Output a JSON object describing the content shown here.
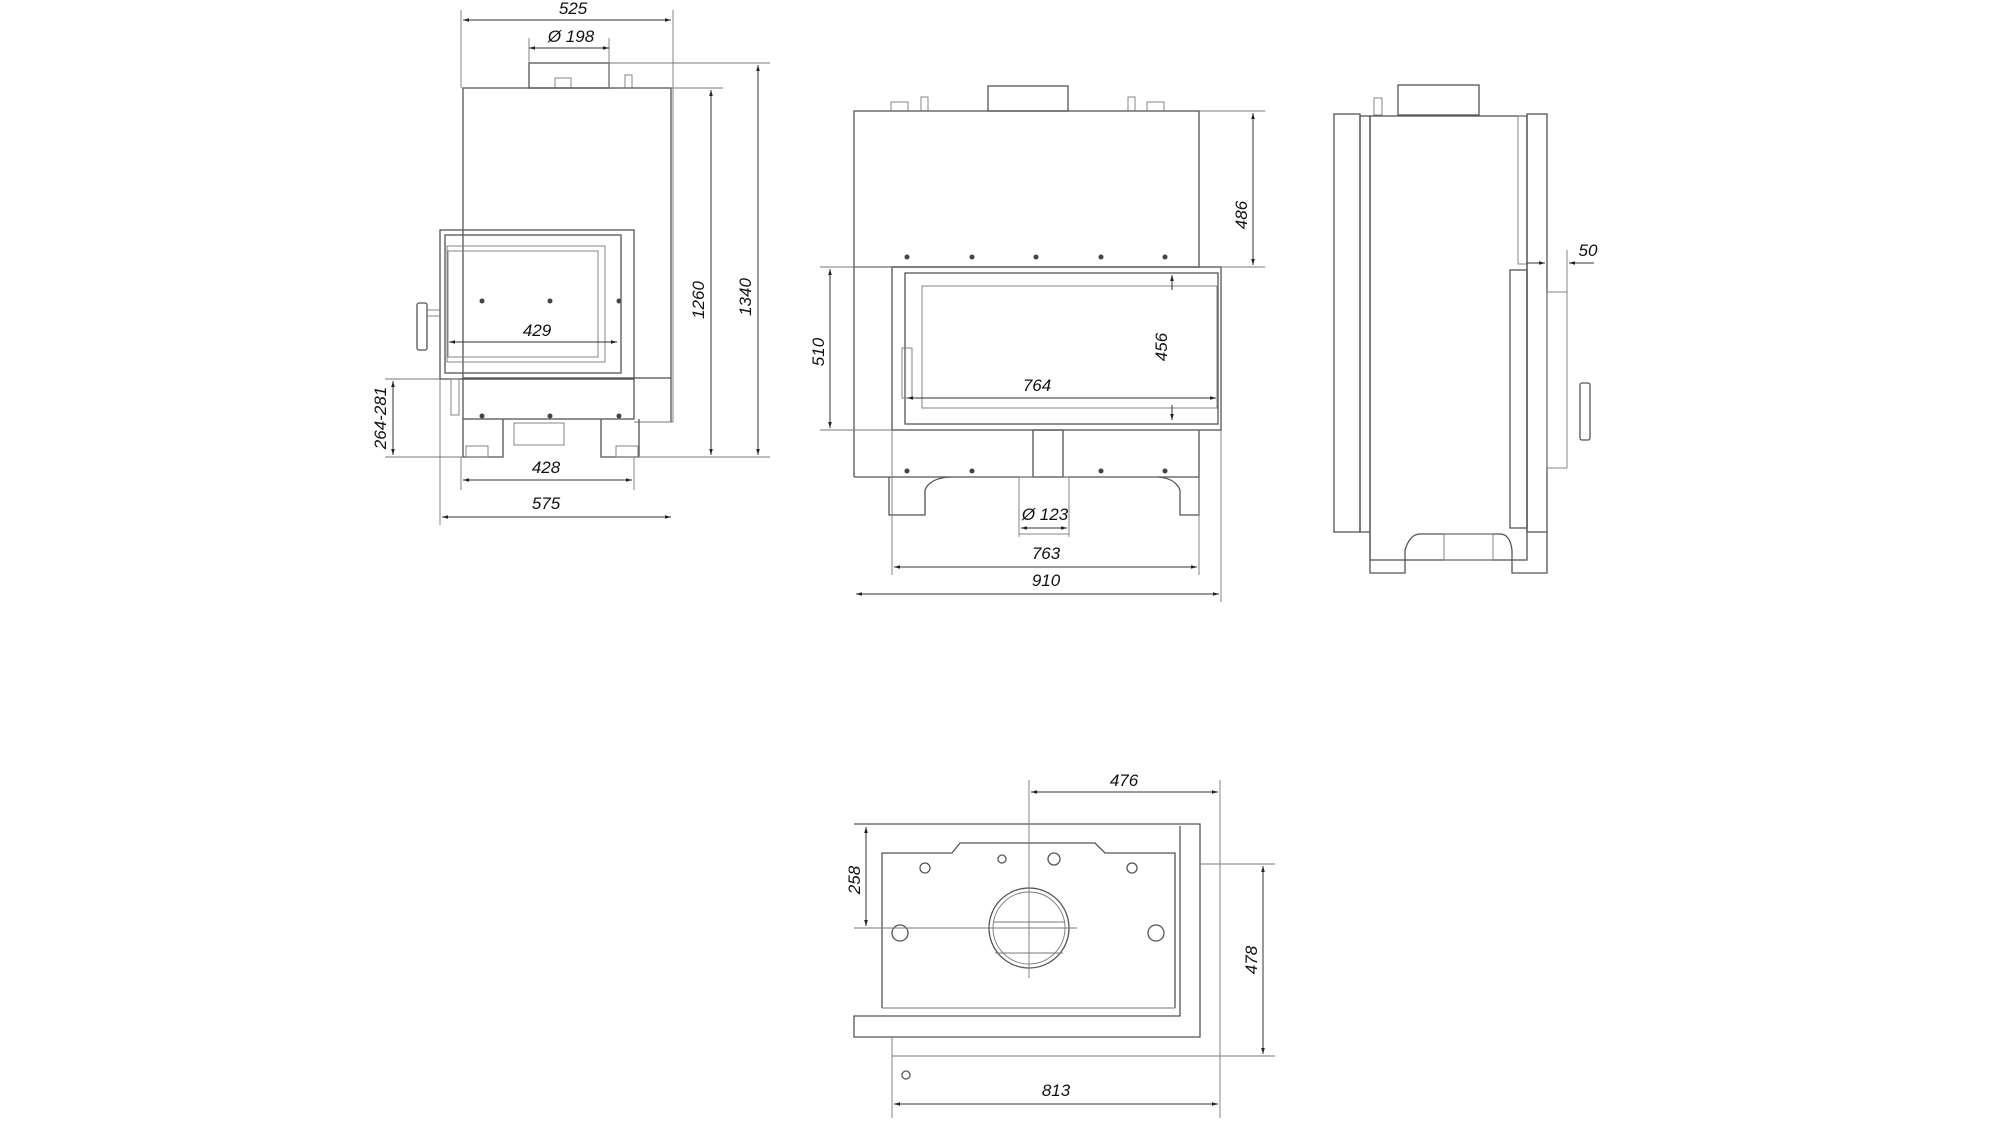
{
  "drawing": {
    "front_view": {
      "width_top": "525",
      "flue_diameter": "Ø 198",
      "glass_width": "429",
      "height_body": "1260",
      "height_total": "1340",
      "leg_height_range": "264-281",
      "leg_spacing": "428",
      "width_total": "575"
    },
    "front_wide_view": {
      "top_height": "486",
      "door_height": "510",
      "glass_height": "456",
      "glass_width": "764",
      "air_inlet_diameter": "Ø 123",
      "body_width": "763",
      "width_total": "910"
    },
    "side_view": {
      "door_offset": "50"
    },
    "top_view": {
      "flue_offset_x": "476",
      "flue_offset_y": "258",
      "depth": "478",
      "width": "813"
    }
  }
}
